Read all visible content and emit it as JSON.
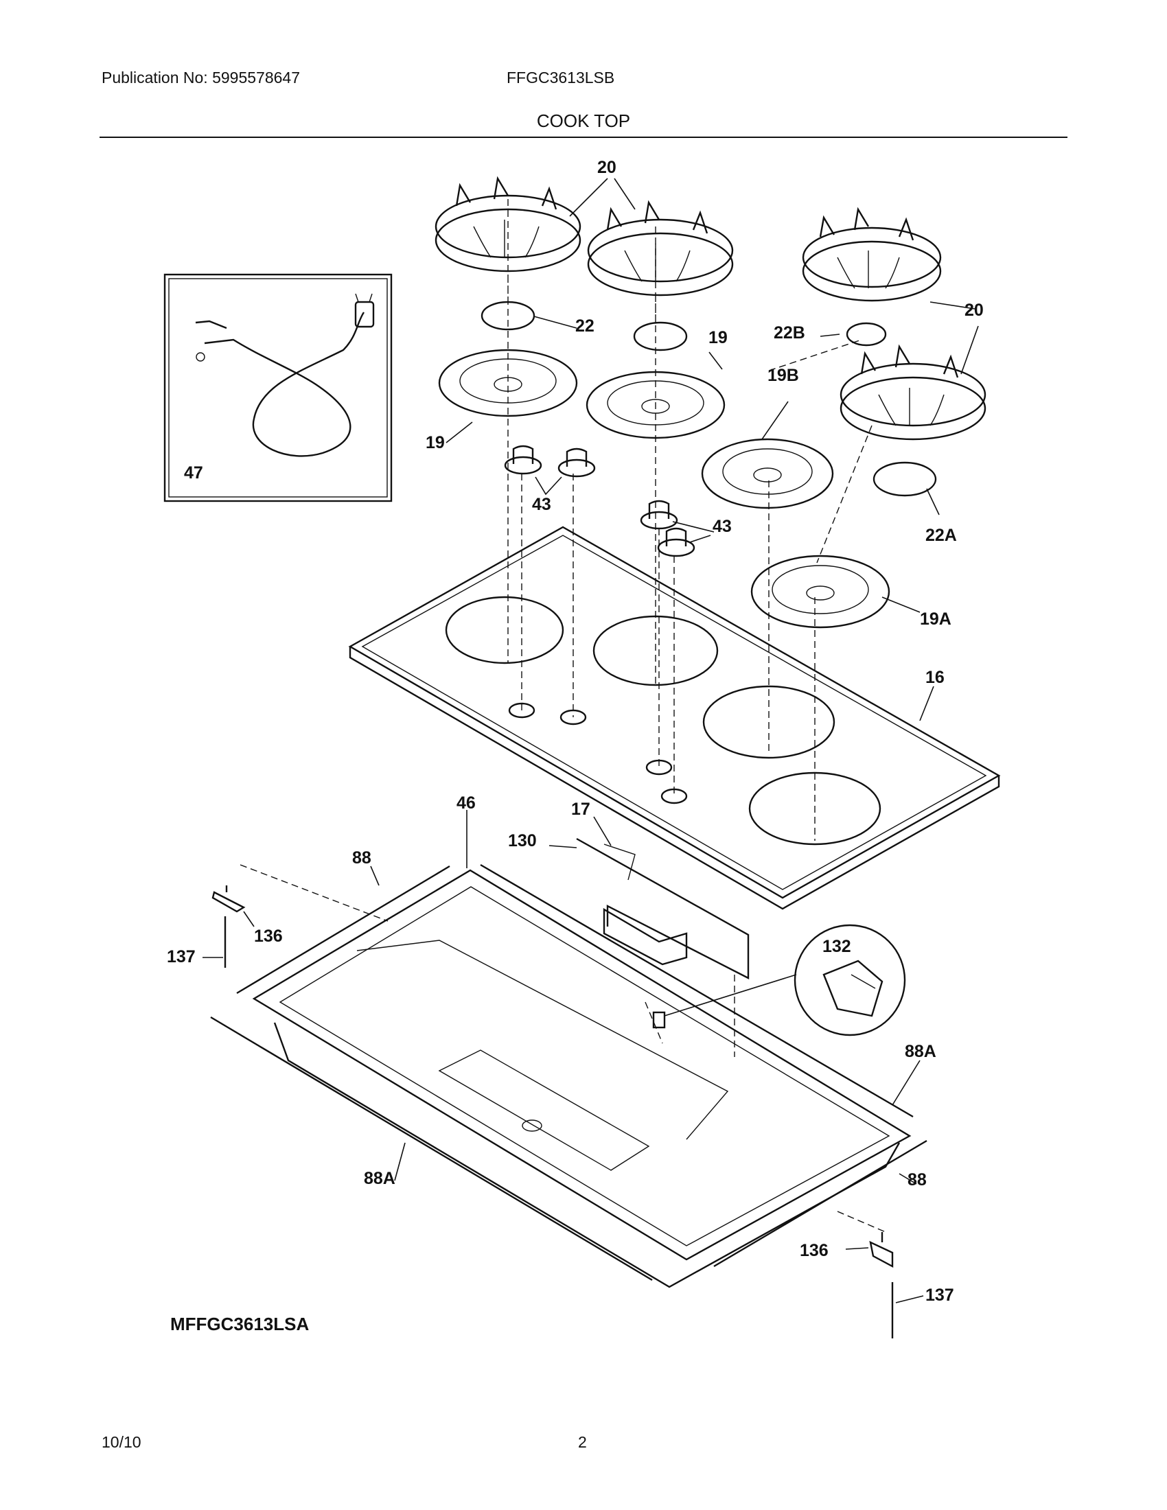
{
  "header": {
    "publication": "Publication No: 5995578647",
    "model": "FFGC3613LSB",
    "section_title": "COOK TOP"
  },
  "callouts": {
    "c20": "20",
    "c20b": "20",
    "c22": "22",
    "c22b": "22B",
    "c19": "19",
    "c19l": "19",
    "c19b": "19B",
    "c22a": "22A",
    "c19a": "19A",
    "c43": "43",
    "c43b": "43",
    "c16": "16",
    "c47": "47",
    "c46": "46",
    "c17": "17",
    "c130": "130",
    "c88": "88",
    "c88b": "88",
    "c88a": "88A",
    "c88ab": "88A",
    "c132": "132",
    "c136": "136",
    "c136b": "136",
    "c137": "137",
    "c137b": "137"
  },
  "diagram_id": "MFFGC3613LSA",
  "footer": {
    "date": "10/10",
    "page": "2"
  }
}
